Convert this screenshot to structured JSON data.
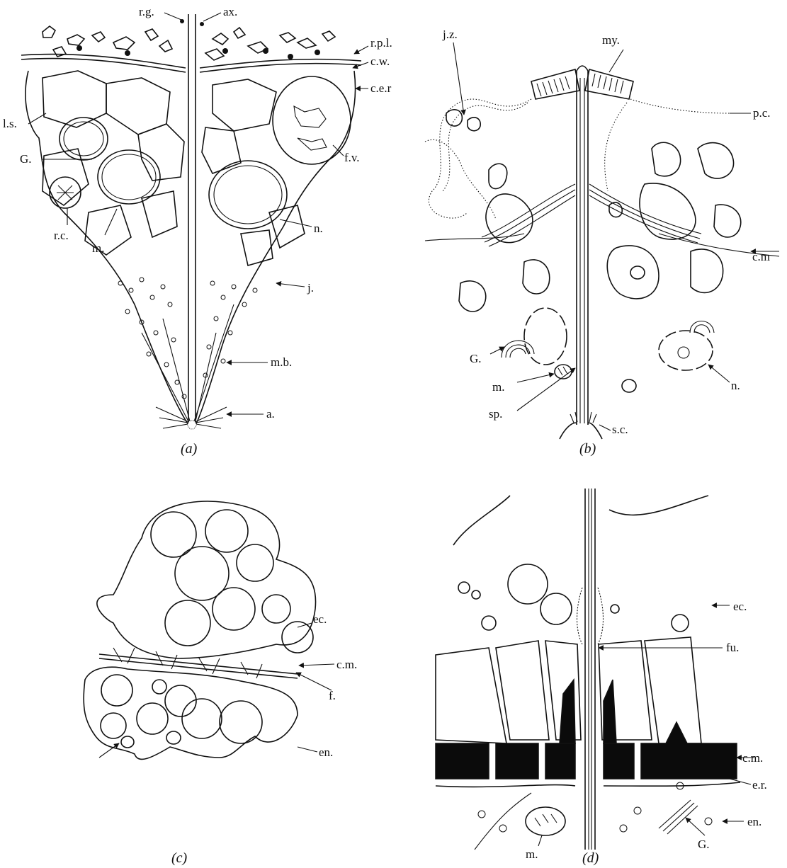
{
  "panels": {
    "a": {
      "caption": "(a)",
      "labels": [
        "r.g.",
        "ax.",
        "r.p.l.",
        "c.w.",
        "c.e.r",
        "l.s.",
        "G.",
        "f.v.",
        "r.c.",
        "m.",
        "n.",
        "j.",
        "m.b.",
        "a."
      ]
    },
    "b": {
      "caption": "(b)",
      "labels": [
        "my.",
        "j.z.",
        "p.c.",
        "c.m",
        "G.",
        "m.",
        "sp.",
        "s.c.",
        "n."
      ]
    },
    "c": {
      "caption": "(c)",
      "labels": [
        "ec.",
        "c.m.",
        "f.",
        "en."
      ]
    },
    "d": {
      "caption": "(d)",
      "labels": [
        "ec.",
        "fu.",
        "c.m.",
        "e.r.",
        "en.",
        "m.",
        "G."
      ]
    }
  }
}
